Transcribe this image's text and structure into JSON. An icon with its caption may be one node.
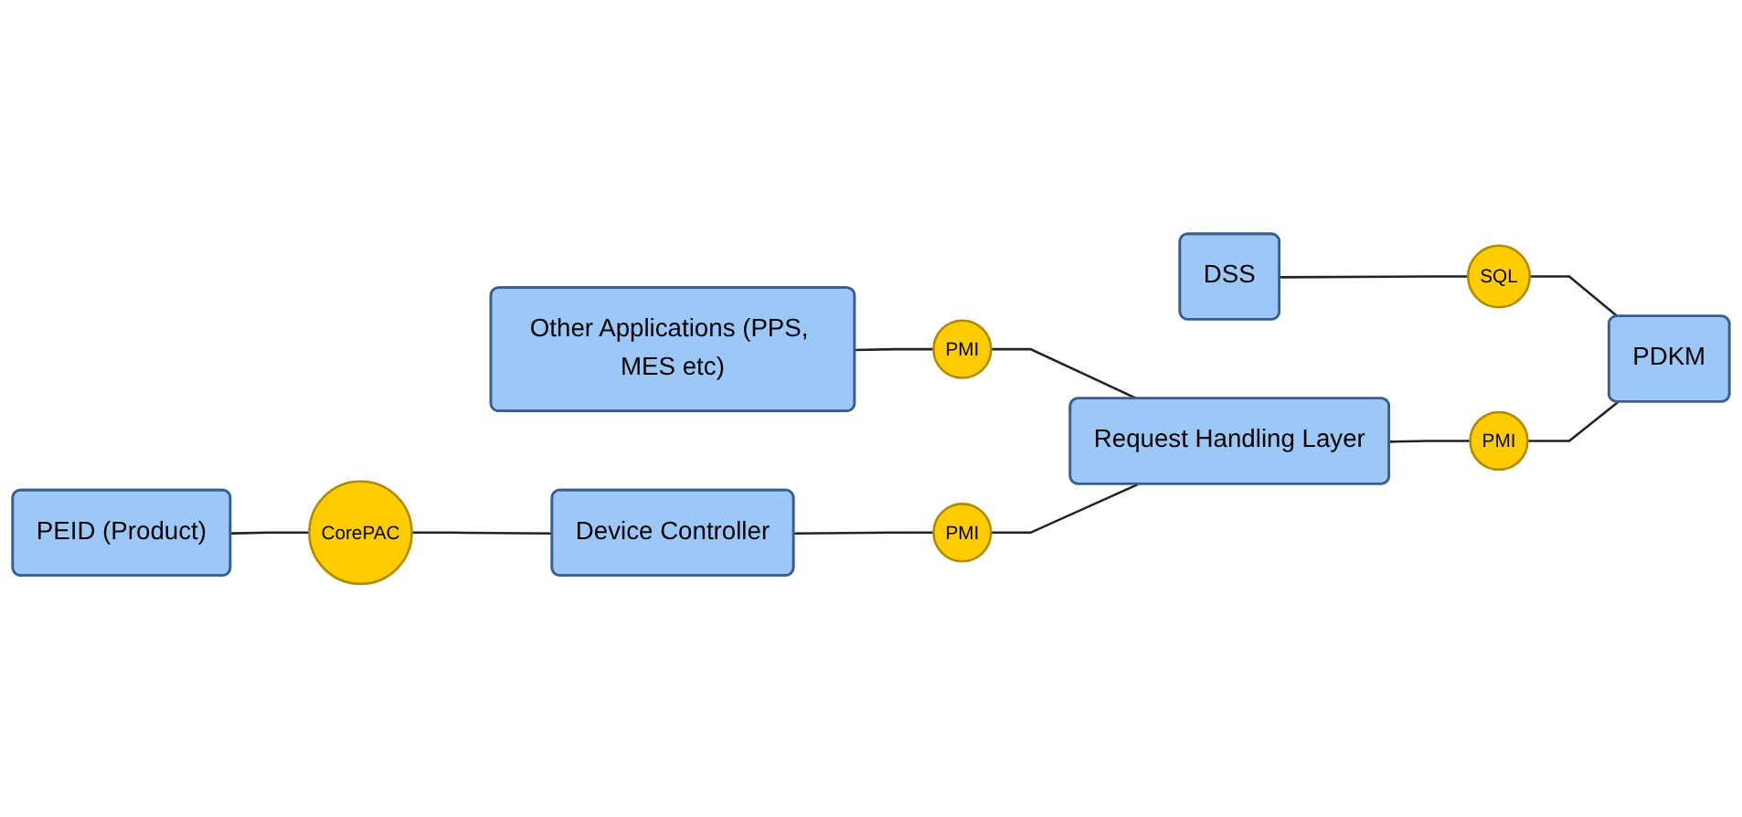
{
  "diagram": {
    "nodes": [
      {
        "text": [
          "Other Applications (PPS, MES etc)"
        ]
      },
      {
        "text": [
          "PMI"
        ]
      },
      {
        "text": [
          "DSS"
        ]
      },
      {
        "text": [
          "Request Handling Layer"
        ]
      },
      {
        "text": [
          "SQL"
        ]
      },
      {
        "text": [
          "PEID (Product)"
        ]
      },
      {
        "text": [
          "CorePAC"
        ]
      },
      {
        "text": [
          "Device Controller"
        ]
      },
      {
        "text": [
          "PMI"
        ]
      },
      {
        "text": [
          "PMI"
        ]
      },
      {
        "text": [
          "PDKM"
        ]
      }
    ],
    "edges": [
      {
        "from": 0,
        "to": 1,
        "arrow": "none"
      },
      {
        "from": 1,
        "to": 3,
        "arrow": "none"
      },
      {
        "from": 2,
        "to": 4,
        "arrow": "none"
      },
      {
        "from": 4,
        "to": 10,
        "arrow": "none"
      },
      {
        "from": 5,
        "to": 6,
        "arrow": "none"
      },
      {
        "from": 6,
        "to": 7,
        "arrow": "none"
      },
      {
        "from": 7,
        "to": 8,
        "arrow": "none"
      },
      {
        "from": 8,
        "to": 3,
        "arrow": "none"
      },
      {
        "from": 3,
        "to": 9,
        "arrow": "none"
      },
      {
        "from": 9,
        "to": 10,
        "arrow": "none"
      }
    ]
  }
}
